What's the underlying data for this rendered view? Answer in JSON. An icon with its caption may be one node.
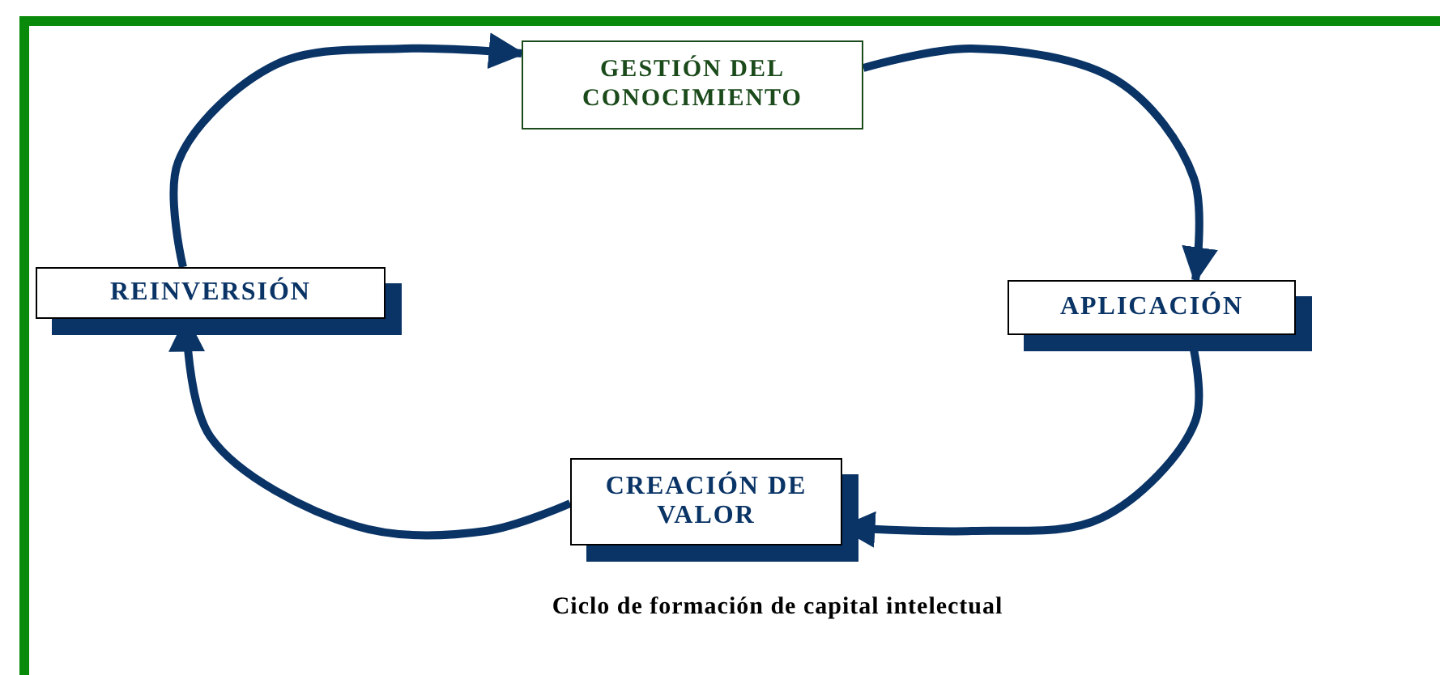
{
  "diagram": {
    "caption": "Ciclo de formación de capital intelectual",
    "nodes": [
      {
        "text": [
          "GESTIÓN DEL CONOCIMIENTO"
        ]
      },
      {
        "text": [
          "APLICACIÓN"
        ]
      },
      {
        "text": [
          "CREACIÓN DE VALOR"
        ]
      },
      {
        "text": [
          "REINVERSIÓN"
        ]
      }
    ],
    "edges": [
      {
        "from": 0,
        "to": 1,
        "arrow": "to"
      },
      {
        "from": 1,
        "to": 2,
        "arrow": "to"
      },
      {
        "from": 2,
        "to": 3,
        "arrow": "to"
      },
      {
        "from": 3,
        "to": 0,
        "arrow": "to"
      }
    ]
  }
}
